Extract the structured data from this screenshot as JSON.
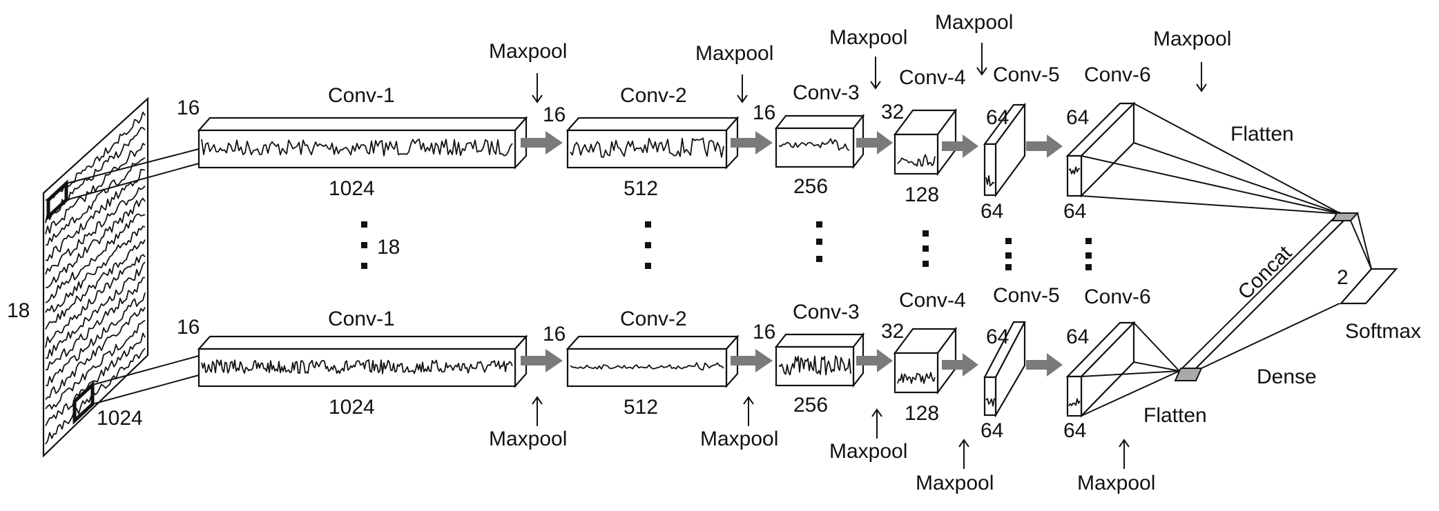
{
  "input": {
    "channels_label": "18",
    "length_label": "1024",
    "ellipsis_label": "18"
  },
  "branch_top": {
    "conv1": {
      "name": "Conv-1",
      "filters": "16",
      "length": "1024"
    },
    "conv2": {
      "name": "Conv-2",
      "filters": "16",
      "length": "512"
    },
    "conv3": {
      "name": "Conv-3",
      "filters": "16",
      "length": "256"
    },
    "conv4": {
      "name": "Conv-4",
      "filters": "32",
      "length": "128"
    },
    "conv5": {
      "name": "Conv-5",
      "filters": "64",
      "length": "64"
    },
    "conv6": {
      "name": "Conv-6",
      "filters": "64",
      "length": "64"
    },
    "maxpool_label": "Maxpool",
    "flatten_label": "Flatten"
  },
  "branch_bottom": {
    "conv1": {
      "name": "Conv-1",
      "filters": "16",
      "length": "1024"
    },
    "conv2": {
      "name": "Conv-2",
      "filters": "16",
      "length": "512"
    },
    "conv3": {
      "name": "Conv-3",
      "filters": "16",
      "length": "256"
    },
    "conv4": {
      "name": "Conv-4",
      "filters": "32",
      "length": "128"
    },
    "conv5": {
      "name": "Conv-5",
      "filters": "64",
      "length": "64"
    },
    "conv6": {
      "name": "Conv-6",
      "filters": "64",
      "length": "64"
    },
    "maxpool_label": "Maxpool",
    "flatten_label": "Flatten"
  },
  "head": {
    "concat_label": "Concat",
    "dense_label": "Dense",
    "softmax_label": "Softmax",
    "output_units": "2"
  }
}
